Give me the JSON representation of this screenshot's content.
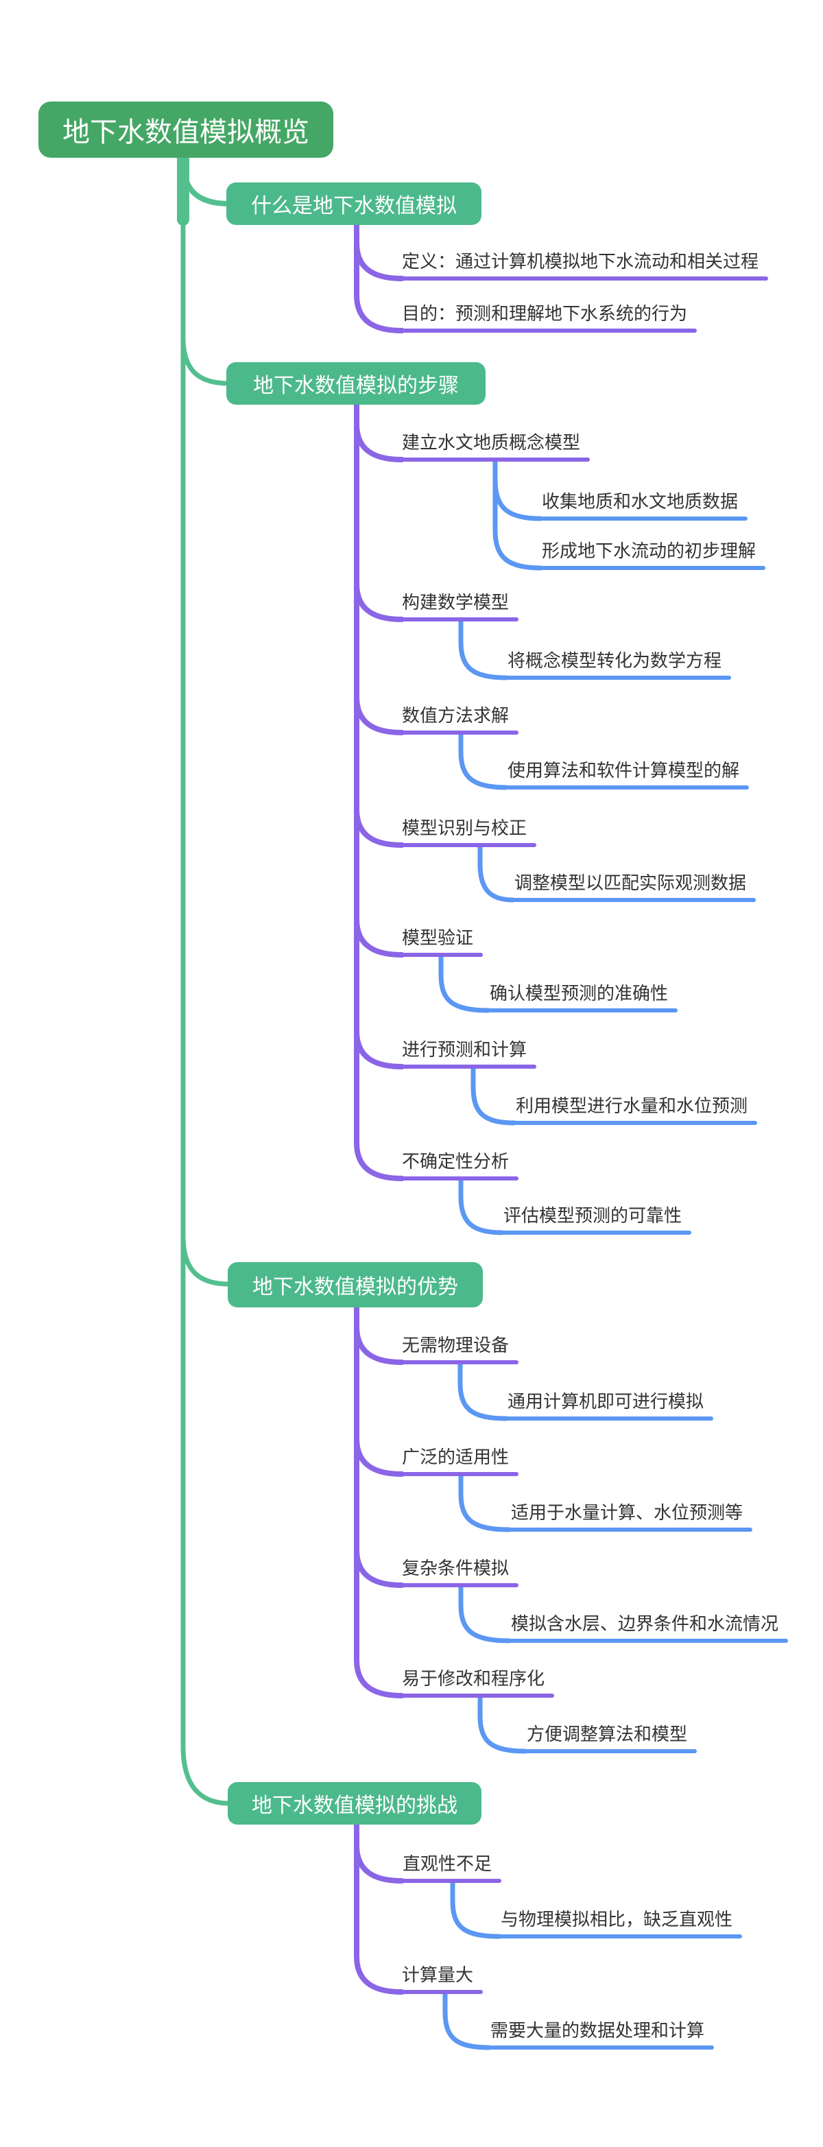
{
  "palette": {
    "root_fill": "#45a765",
    "branch_fill": "#4cb98b",
    "green_line": "#54bf8e",
    "purple_line": "#8a65e6",
    "blue_line": "#5b97f3",
    "text": "#333333",
    "node_text": "#ffffff",
    "background": "#ffffff"
  },
  "root": {
    "label": "地下水数值模拟概览"
  },
  "branches": [
    {
      "label": "什么是地下水数值模拟",
      "children": [
        {
          "label": "定义：通过计算机模拟地下水流动和相关过程",
          "children": []
        },
        {
          "label": "目的：预测和理解地下水系统的行为",
          "children": []
        }
      ]
    },
    {
      "label": "地下水数值模拟的步骤",
      "children": [
        {
          "label": "建立水文地质概念模型",
          "children": [
            {
              "label": "收集地质和水文地质数据"
            },
            {
              "label": "形成地下水流动的初步理解"
            }
          ]
        },
        {
          "label": "构建数学模型",
          "children": [
            {
              "label": "将概念模型转化为数学方程"
            }
          ]
        },
        {
          "label": "数值方法求解",
          "children": [
            {
              "label": "使用算法和软件计算模型的解"
            }
          ]
        },
        {
          "label": "模型识别与校正",
          "children": [
            {
              "label": "调整模型以匹配实际观测数据"
            }
          ]
        },
        {
          "label": "模型验证",
          "children": [
            {
              "label": "确认模型预测的准确性"
            }
          ]
        },
        {
          "label": "进行预测和计算",
          "children": [
            {
              "label": "利用模型进行水量和水位预测"
            }
          ]
        },
        {
          "label": "不确定性分析",
          "children": [
            {
              "label": "评估模型预测的可靠性"
            }
          ]
        }
      ]
    },
    {
      "label": "地下水数值模拟的优势",
      "children": [
        {
          "label": "无需物理设备",
          "children": [
            {
              "label": "通用计算机即可进行模拟"
            }
          ]
        },
        {
          "label": "广泛的适用性",
          "children": [
            {
              "label": "适用于水量计算、水位预测等"
            }
          ]
        },
        {
          "label": "复杂条件模拟",
          "children": [
            {
              "label": "模拟含水层、边界条件和水流情况"
            }
          ]
        },
        {
          "label": "易于修改和程序化",
          "children": [
            {
              "label": "方便调整算法和模型"
            }
          ]
        }
      ]
    },
    {
      "label": "地下水数值模拟的挑战",
      "children": [
        {
          "label": "直观性不足",
          "children": [
            {
              "label": "与物理模拟相比，缺乏直观性"
            }
          ]
        },
        {
          "label": "计算量大",
          "children": [
            {
              "label": "需要大量的数据处理和计算"
            }
          ]
        }
      ]
    }
  ]
}
